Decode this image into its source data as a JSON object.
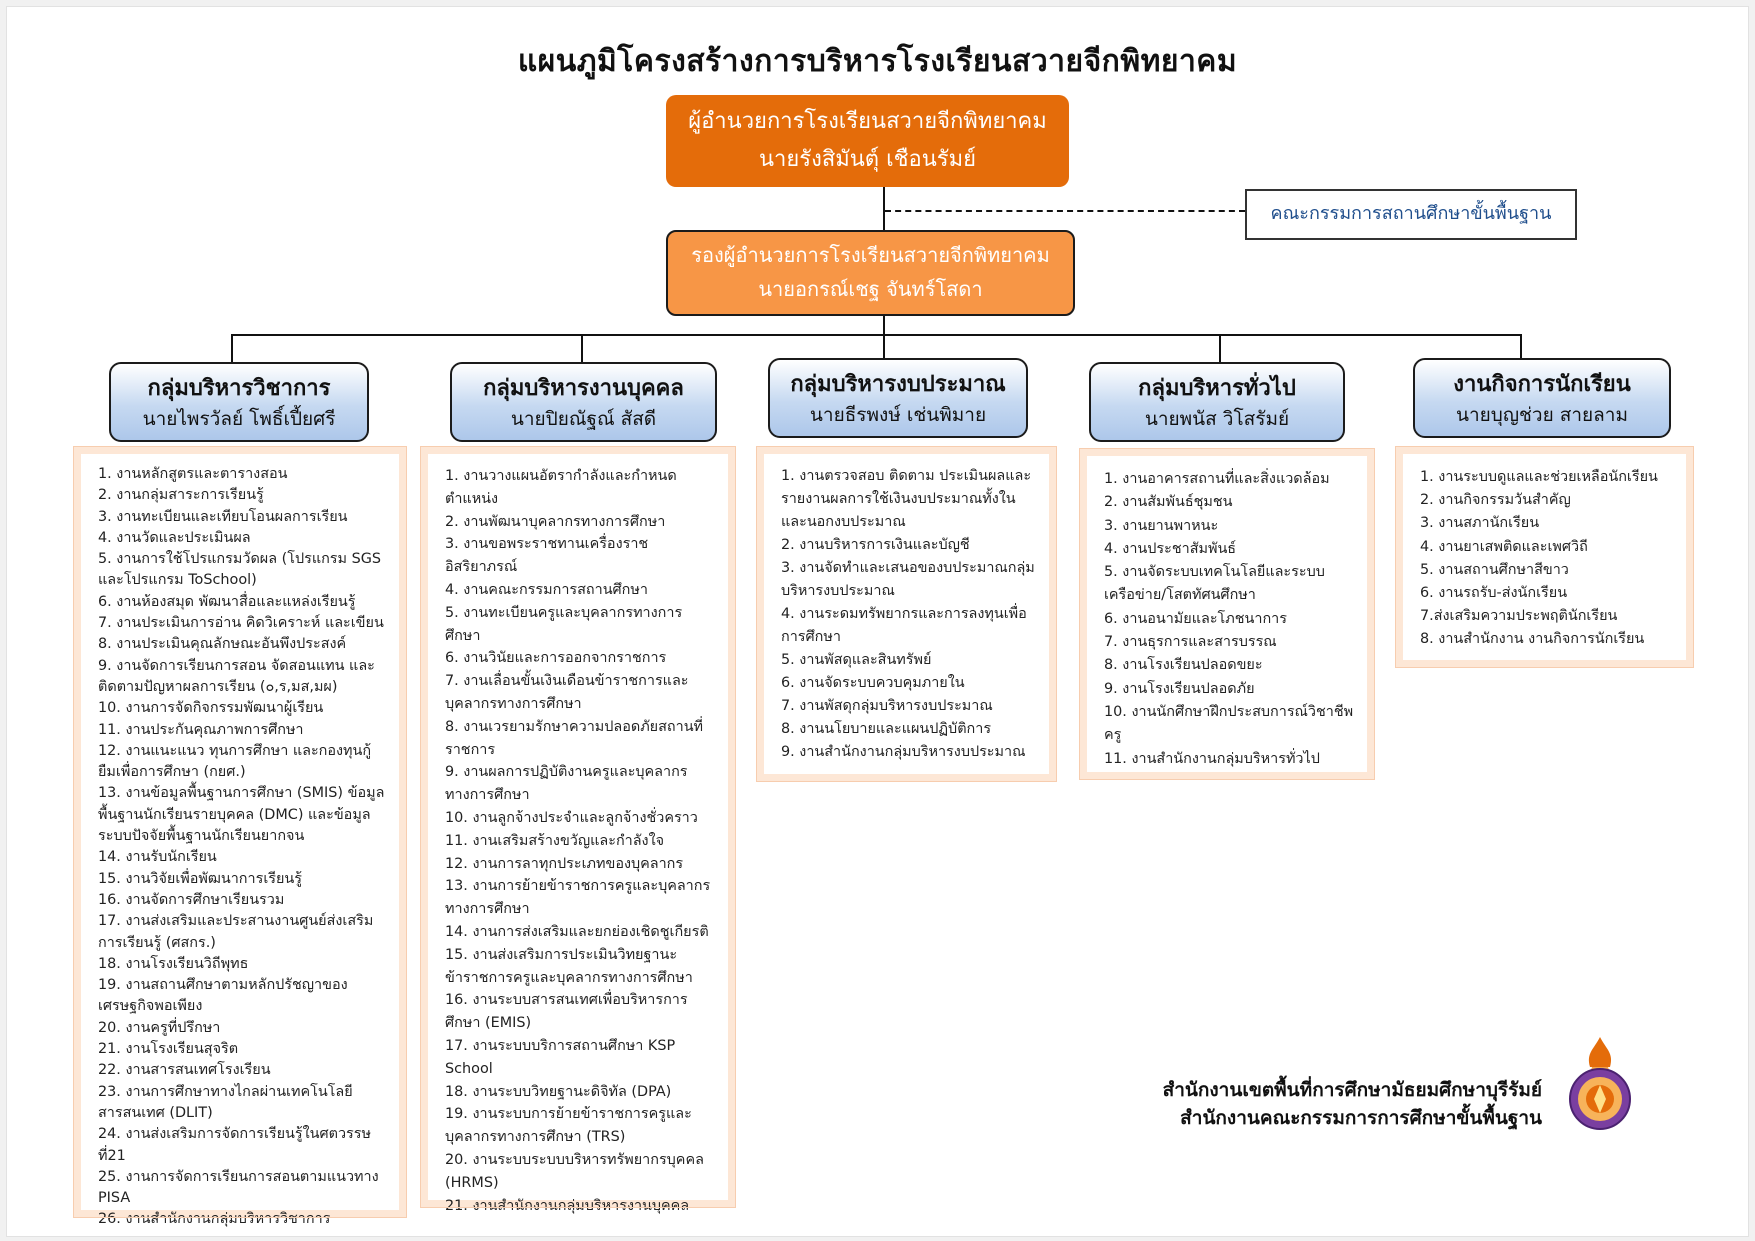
{
  "title": "แผนภูมิโครงสร้างการบริหารโรงเรียนสวายจีกพิทยาคม",
  "director": {
    "position": "ผู้อำนวยการโรงเรียนสวายจีกพิทยาคม",
    "name": "นายรังสิมันตุ์ เชือนรัมย์"
  },
  "committee": "คณะกรรมการสถานศึกษาขั้นพื้นฐาน",
  "deputy": {
    "position": "รองผู้อำนวยการโรงเรียนสวายจีกพิทยาคม",
    "name": "นายอกรณ์เชฐ จันทร์โสดา"
  },
  "groups": [
    {
      "name": "กลุ่มบริหารวิชาการ",
      "person": "นายไพรวัลย์ โพธิ์เปี้ยศรี",
      "tasks": [
        "1. งานหลักสูตรและตารางสอน",
        "2. งานกลุ่มสาระการเรียนรู้",
        "3. งานทะเบียนและเทียบโอนผลการเรียน",
        "4. งานวัดและประเมินผล",
        "5. งานการใช้โปรแกรมวัดผล (โปรแกรม SGS และโปรแกรม ToSchool)",
        "6. งานห้องสมุด พัฒนาสื่อและแหล่งเรียนรู้",
        "7. งานประเมินการอ่าน คิดวิเคราะห์ และเขียน",
        "8. งานประเมินคุณลักษณะอันพึงประสงค์",
        "9. งานจัดการเรียนการสอน จัดสอนแทน และติดตามปัญหาผลการเรียน (๐,ร,มส,มผ)",
        "10. งานการจัดกิจกรรมพัฒนาผู้เรียน",
        "11. งานประกันคุณภาพการศึกษา",
        "12. งานแนะแนว ทุนการศึกษา และกองทุนกู้ยืมเพื่อการศึกษา (กยศ.)",
        "13. งานข้อมูลพื้นฐานการศึกษา (SMIS) ข้อมูลพื้นฐานนักเรียนรายบุคคล (DMC) และข้อมูลระบบปัจจัยพื้นฐานนักเรียนยากจน",
        "14. งานรับนักเรียน",
        "15. งานวิจัยเพื่อพัฒนาการเรียนรู้",
        "16. งานจัดการศึกษาเรียนรวม",
        "17. งานส่งเสริมและประสานงานศูนย์ส่งเสริมการเรียนรู้ (ศสกร.)",
        "18. งานโรงเรียนวิถีพุทธ",
        "19. งานสถานศึกษาตามหลักปรัชญาของเศรษฐกิจพอเพียง",
        "20. งานครูที่ปรึกษา",
        "21. งานโรงเรียนสุจริต",
        "22. งานสารสนเทศโรงเรียน",
        "23. งานการศึกษาทางไกลผ่านเทคโนโลยีสารสนเทศ (DLIT)",
        "24. งานส่งเสริมการจัดการเรียนรู้ในศตวรรษที่21",
        "25. งานการจัดการเรียนการสอนตามแนวทาง PISA",
        "26. งานสำนักงานกลุ่มบริหารวิชาการ"
      ]
    },
    {
      "name": "กลุ่มบริหารงานบุคคล",
      "person": "นายปิยณัฐณ์ สัสดี",
      "tasks": [
        "1. งานวางแผนอัตรากำลังและกำหนดตำแหน่ง",
        "2. งานพัฒนาบุคลากรทางการศึกษา",
        "3. งานขอพระราชทานเครื่องราชอิสริยาภรณ์",
        "4. งานคณะกรรมการสถานศึกษา",
        "5. งานทะเบียนครูและบุคลากรทางการศึกษา",
        "6. งานวินัยและการออกจากราชการ",
        "7. งานเลื่อนขั้นเงินเดือนข้าราชการและบุคลากรทางการศึกษา",
        "8. งานเวรยามรักษาความปลอดภัยสถานที่ราชการ",
        "9. งานผลการปฏิบัติงานครูและบุคลากรทางการศึกษา",
        "10. งานลูกจ้างประจำและลูกจ้างชั่วคราว",
        "11. งานเสริมสร้างขวัญและกำลังใจ",
        "12. งานการลาทุกประเภทของบุคลากร",
        "13. งานการย้ายข้าราชการครูและบุคลากรทางการศึกษา",
        "14. งานการส่งเสริมและยกย่องเชิดชูเกียรติ",
        "15. งานส่งเสริมการประเมินวิทยฐานะข้าราชการครูและบุคลากรทางการศึกษา",
        "16. งานระบบสารสนเทศเพื่อบริหารการศึกษา (EMIS)",
        "17. งานระบบบริการสถานศึกษา KSP School",
        "18. งานระบบวิทยฐานะดิจิทัล (DPA)",
        "19. งานระบบการย้ายข้าราชการครูและบุคลากรทางการศึกษา (TRS)",
        "20. งานระบบระบบบริหารทรัพยากรบุคคล (HRMS)",
        "21. งานสำนักงานกลุ่มบริหารงานบุคคล"
      ]
    },
    {
      "name": "กลุ่มบริหารงบประมาณ",
      "person": "นายธีรพงษ์ เช่นพิมาย",
      "tasks": [
        "1. งานตรวจสอบ ติดตาม ประเมินผลและรายงานผลการใช้เงินงบประมาณทั้งในและนอกงบประมาณ",
        "2. งานบริหารการเงินและบัญชี",
        "3. งานจัดทำและเสนอของบประมาณกลุ่มบริหารงบประมาณ",
        "4. งานระดมทรัพยากรและการลงทุนเพื่อการศึกษา",
        "5. งานพัสดุและสินทรัพย์",
        "6. งานจัดระบบควบคุมภายใน",
        "7. งานพัสดุกลุ่มบริหารงบประมาณ",
        "8. งานนโยบายและแผนปฏิบัติการ",
        "9. งานสำนักงานกลุ่มบริหารงบประมาณ"
      ]
    },
    {
      "name": "กลุ่มบริหารทั่วไป",
      "person": "นายพนัส วิโสรัมย์",
      "tasks": [
        "1. งานอาคารสถานที่และสิ่งแวดล้อม",
        "2. งานสัมพันธ์ชุมชน",
        "3. งานยานพาหนะ",
        "4. งานประชาสัมพันธ์",
        "5. งานจัดระบบเทคโนโลยีและระบบเครือข่าย/โสตทัศนศึกษา",
        "6. งานอนามัยและโภชนาการ",
        "7. งานธุรการและสารบรรณ",
        "8. งานโรงเรียนปลอดขยะ",
        "9. งานโรงเรียนปลอดภัย",
        "10. งานนักศึกษาฝึกประสบการณ์วิชาชีพครู",
        "11. งานสำนักงานกลุ่มบริหารทั่วไป"
      ]
    },
    {
      "name": "งานกิจการนักเรียน",
      "person": "นายบุญช่วย สายลาม",
      "tasks": [
        "1. งานระบบดูแลและช่วยเหลือนักเรียน",
        "2. งานกิจกรรมวันสำคัญ",
        "3. งานสภานักเรียน",
        "4. งานยาเสพติดและเพศวิถี",
        "5. งานสถานศึกษาสีขาว",
        "6. งานรถรับ-ส่งนักเรียน",
        "7.ส่งเสริมความประพฤตินักเรียน",
        "8. งานสำนักงาน งานกิจการนักเรียน"
      ]
    }
  ],
  "footer": {
    "line1": "สำนักงานเขตพื้นที่การศึกษามัธยมศึกษาบุรีรัมย์",
    "line2": "สำนักงานคณะกรรมการการศึกษาขั้นพื้นฐาน"
  }
}
